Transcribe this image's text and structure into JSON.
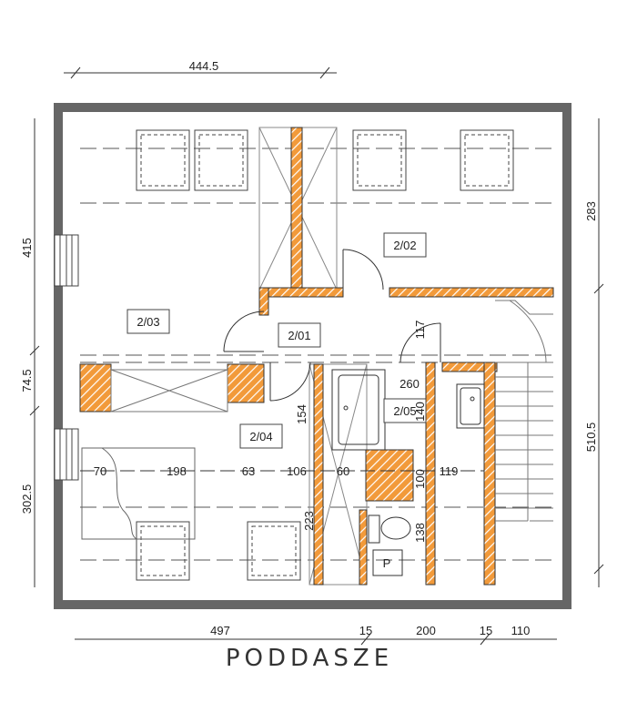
{
  "plan": {
    "title": "PODDASZE",
    "top_dimension": "444.5",
    "colors": {
      "outer_wall": "#666666",
      "cut_wall": "#f29a3a",
      "line": "#333333",
      "dashed": "#555555",
      "room_box": "#444444"
    },
    "left_dimensions": [
      "415",
      "74.5",
      "302.5"
    ],
    "right_dimensions": [
      "283",
      "510.5"
    ],
    "bottom_dimensions": [
      "497",
      "15",
      "200",
      "15",
      "110"
    ],
    "inner_dimensions": [
      "70",
      "198",
      "63",
      "106",
      "60",
      "119",
      "100",
      "138",
      "223",
      "154",
      "260",
      "140",
      "117"
    ],
    "rooms": [
      "2/01",
      "2/02",
      "2/03",
      "2/04",
      "2/05"
    ],
    "fixture_label": "P"
  }
}
